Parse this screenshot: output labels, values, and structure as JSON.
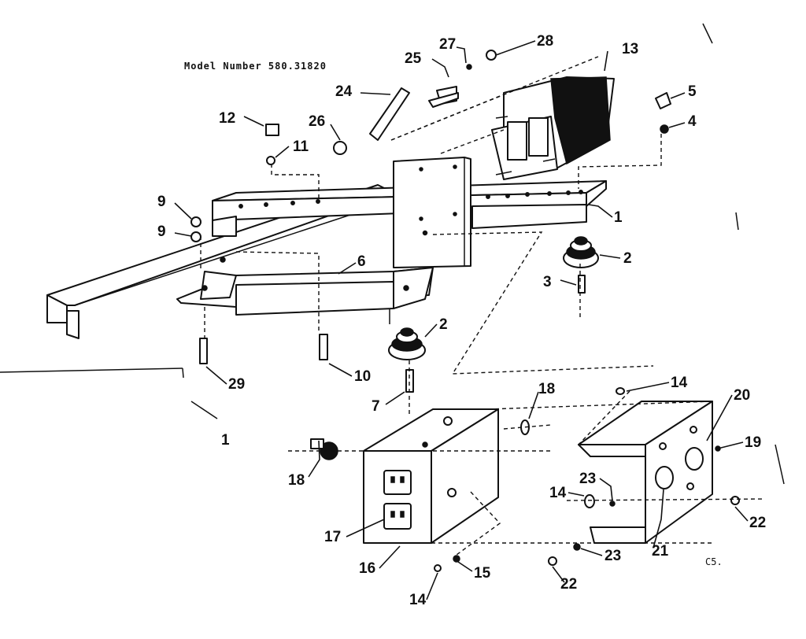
{
  "model_label": "Model Number 580.31820",
  "corner_code": "C5.",
  "stray_mark": "1",
  "callouts": {
    "c27": "27",
    "c28": "28",
    "c25": "25",
    "c24": "24",
    "c13": "13",
    "c12": "12",
    "c26": "26",
    "c11": "11",
    "c5": "5",
    "c4": "4",
    "c9a": "9",
    "c9b": "9",
    "c1": "1",
    "c6": "6",
    "c2a": "2",
    "c3": "3",
    "c2b": "2",
    "c29": "29",
    "c10": "10",
    "c7": "7",
    "c18a": "18",
    "c14a": "14",
    "c20": "20",
    "c19": "19",
    "c18b": "18",
    "c23a": "23",
    "c14b": "14",
    "c17": "17",
    "c21": "21",
    "c22a": "22",
    "c23b": "23",
    "c16": "16",
    "c15": "15",
    "c22b": "22",
    "c14c": "14"
  }
}
